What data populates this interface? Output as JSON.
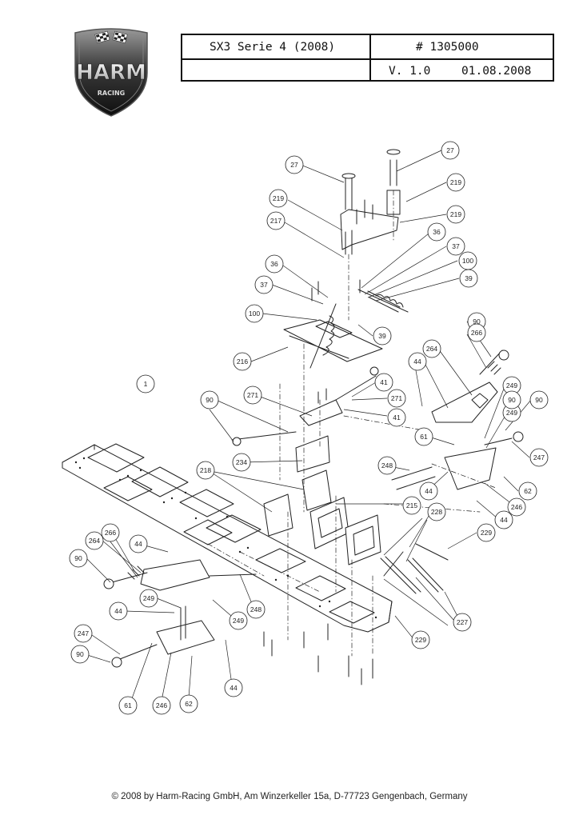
{
  "logo": {
    "brand": "HARM",
    "sub": "RACING"
  },
  "title_block": {
    "model": "SX3 Serie 4 (2008)",
    "part_number": "# 1305000",
    "version": "V. 1.0",
    "date": "01.08.2008"
  },
  "footer": {
    "text": "© 2008 by Harm-Racing GmbH, Am Winzerkeller 15a, D-77723 Gengenbach, Germany"
  },
  "callouts": [
    "27",
    "27",
    "219",
    "219",
    "219",
    "217",
    "36",
    "37",
    "100",
    "39",
    "36",
    "37",
    "100",
    "39",
    "216",
    "90",
    "266",
    "264",
    "44",
    "90",
    "249",
    "61",
    "90",
    "247",
    "249",
    "1",
    "271",
    "41",
    "90",
    "271",
    "41",
    "234",
    "248",
    "44",
    "218",
    "215",
    "62",
    "246",
    "44",
    "228",
    "229",
    "266",
    "264",
    "44",
    "90",
    "249",
    "44",
    "249",
    "248",
    "227",
    "229",
    "247",
    "90",
    "61",
    "246",
    "62",
    "44"
  ],
  "colors": {
    "line": "#222222",
    "text": "#111111",
    "callout_fill": "#ffffff"
  }
}
